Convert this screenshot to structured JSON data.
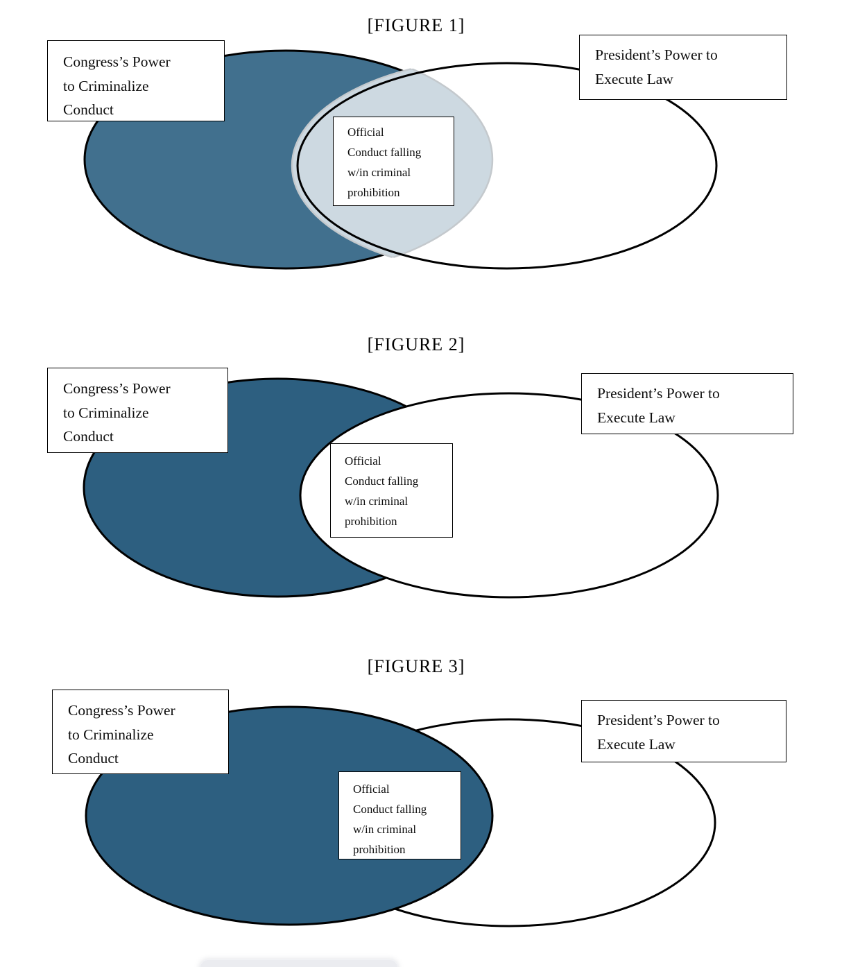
{
  "colors": {
    "fig1_left_fill": "#41708E",
    "fig23_left_fill": "#2D5F80",
    "white_fill": "#FFFFFF",
    "overlap_fill": "#CDD9E1",
    "overlap_stroke": "#C4C9CD",
    "outline": "#000000",
    "toolbar_bg": "#EBECF0"
  },
  "figures": [
    {
      "title": "[FIGURE 1]",
      "left_box": {
        "lines": [
          "Congress’s Power",
          "to Criminalize",
          "Conduct"
        ]
      },
      "right_box": {
        "lines": [
          "President’s Power to",
          "Execute Law"
        ]
      },
      "center_box": {
        "lines": [
          "Official",
          "Conduct falling",
          "w/in criminal",
          "prohibition"
        ]
      },
      "overlap": "highlighted lens"
    },
    {
      "title": "[FIGURE 2]",
      "left_box": {
        "lines": [
          "Congress’s Power",
          "to Criminalize",
          "Conduct"
        ]
      },
      "right_box": {
        "lines": [
          "President’s Power to",
          "Execute Law"
        ]
      },
      "center_box": {
        "lines": [
          "Official",
          "Conduct falling",
          "w/in criminal",
          "prohibition"
        ]
      },
      "overlap": "white ellipse on top"
    },
    {
      "title": "[FIGURE 3]",
      "left_box": {
        "lines": [
          "Congress’s Power",
          "to Criminalize",
          "Conduct"
        ]
      },
      "right_box": {
        "lines": [
          "President’s Power to",
          "Execute Law"
        ]
      },
      "center_box": {
        "lines": [
          "Official",
          "Conduct falling",
          "w/in criminal",
          "prohibition"
        ]
      },
      "overlap": "dark ellipse on top"
    }
  ]
}
